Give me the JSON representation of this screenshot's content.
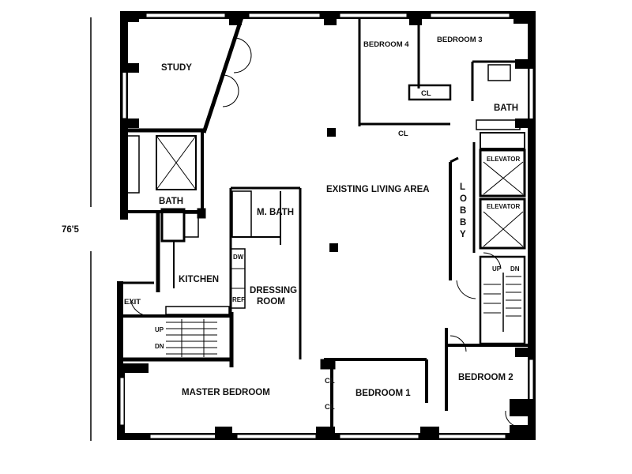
{
  "dimension": "76'5",
  "rooms": {
    "study": "STUDY",
    "bedroom4": "BEDROOM 4",
    "bedroom3": "BEDROOM 3",
    "bath_right": "BATH",
    "closet_top": "CL",
    "closet_mid": "CL",
    "bath_left": "BATH",
    "living": "EXISTING LIVING AREA",
    "lobby": [
      "L",
      "O",
      "B",
      "B",
      "Y"
    ],
    "elevator1": "ELEVATOR",
    "elevator2": "ELEVATOR",
    "master_bath": "M. BATH",
    "kitchen": "KITCHEN",
    "dressing_line1": "DRESSING",
    "dressing_line2": "ROOM",
    "dw": "DW",
    "ref": "REF",
    "exit": "EXIT",
    "stair_left_up": "UP",
    "stair_left_dn": "DN",
    "stair_right_up": "UP",
    "stair_right_dn": "DN",
    "master_bedroom": "MASTER BEDROOM",
    "bedroom1": "BEDROOM 1",
    "bedroom1_cl1": "CL",
    "bedroom1_cl2": "CL",
    "bedroom2": "BEDROOM 2"
  }
}
